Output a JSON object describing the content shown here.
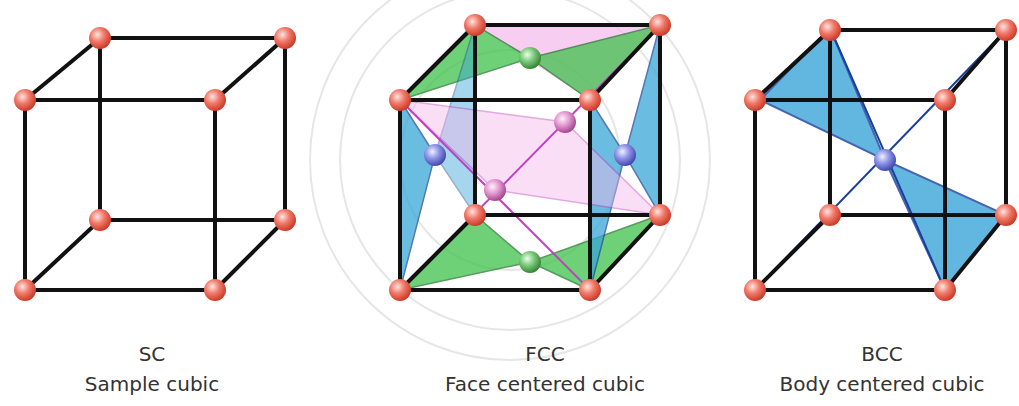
{
  "diagram": {
    "labels": [
      "SC",
      "Sample cubic",
      "FCC",
      "Face centered cubic",
      "BCC",
      "Body centered cubic"
    ]
  }
}
